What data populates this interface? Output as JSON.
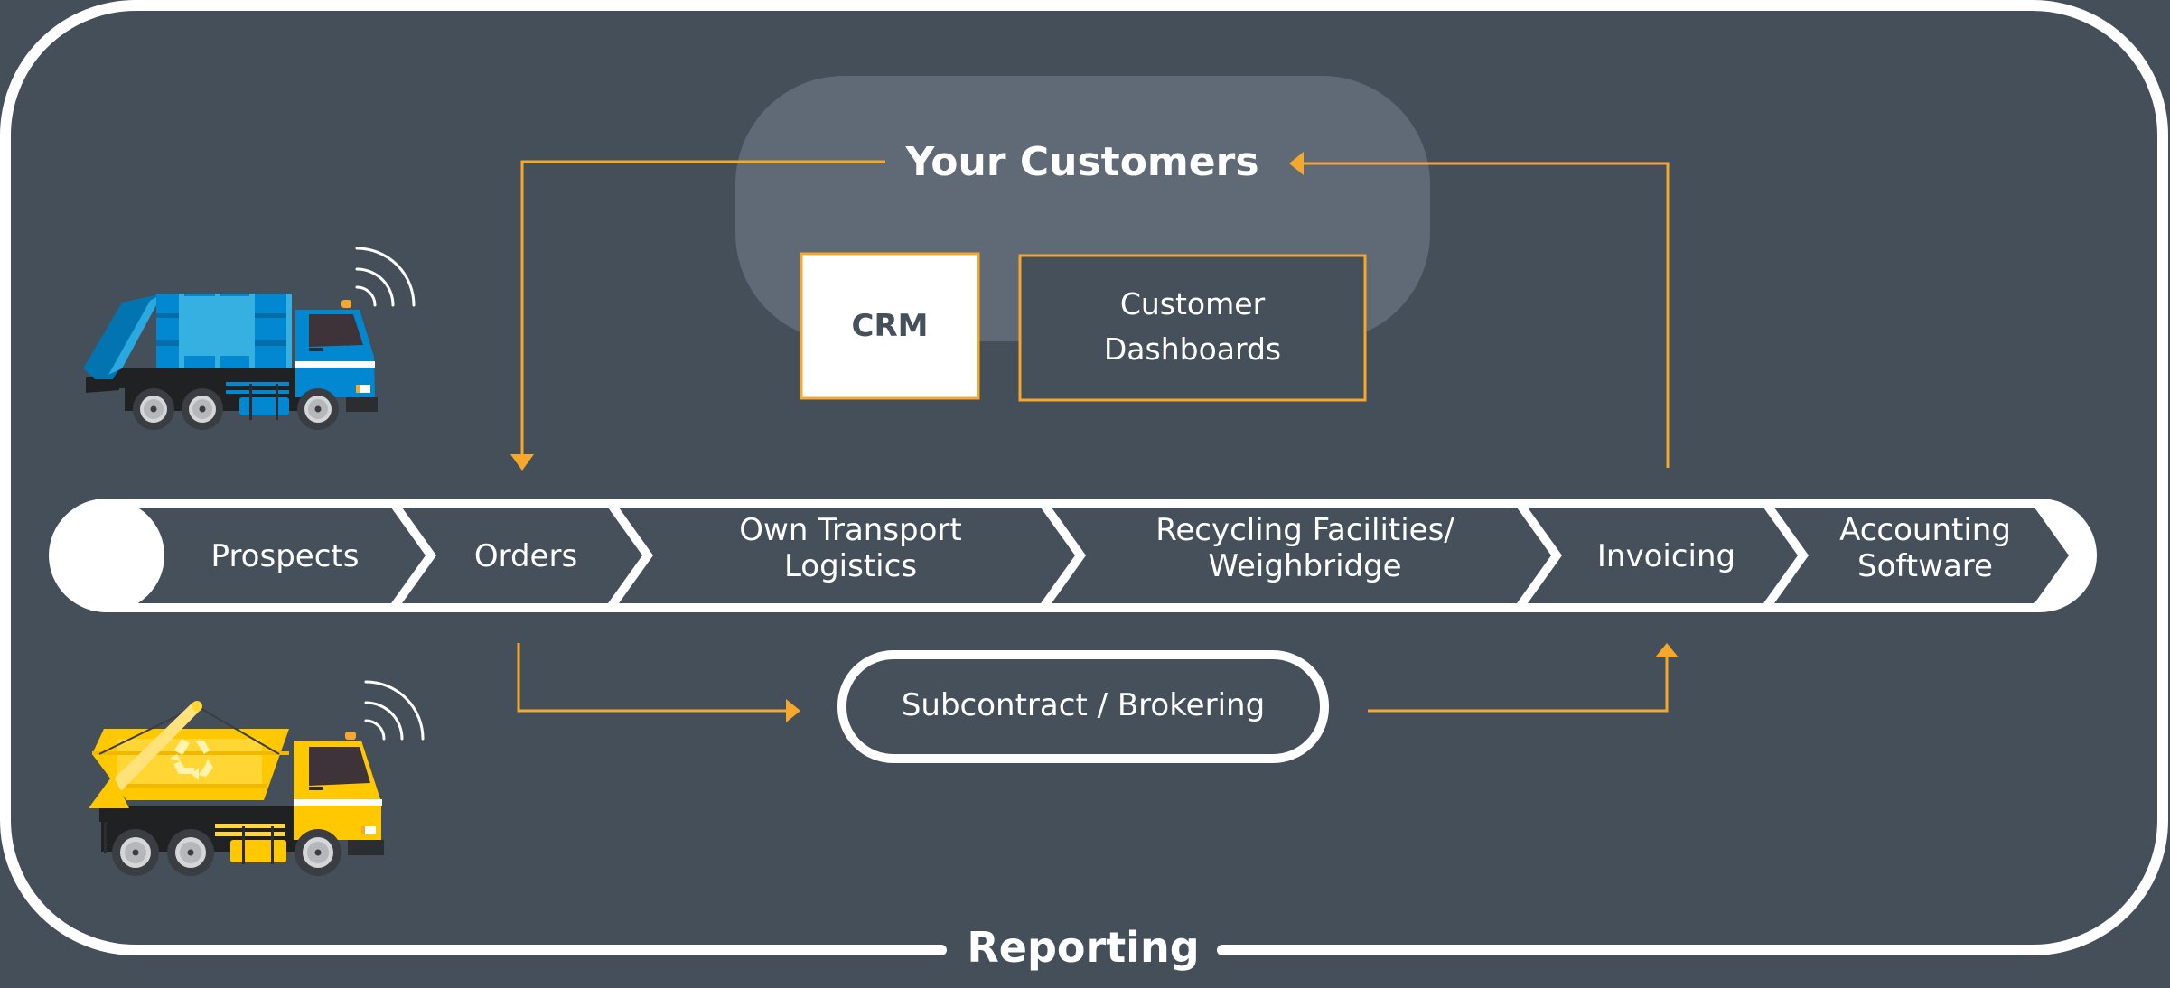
{
  "colors": {
    "background": "#454f5a",
    "frame": "#ffffff",
    "cloud": "#5f6a76",
    "accent": "#f5a82c",
    "chevron_fill": "#45505b",
    "crm_fill": "#ffffff",
    "crm_text": "#45505b"
  },
  "customers": {
    "title": "Your Customers",
    "crm_label": "CRM",
    "dashboards_label_line1": "Customer",
    "dashboards_label_line2": "Dashboards"
  },
  "process": {
    "steps": [
      {
        "id": "prospects",
        "lines": [
          "Prospects"
        ]
      },
      {
        "id": "orders",
        "lines": [
          "Orders"
        ]
      },
      {
        "id": "own-transport",
        "lines": [
          "Own Transport",
          "Logistics"
        ]
      },
      {
        "id": "recycling",
        "lines": [
          "Recycling Facilities/",
          "Weighbridge"
        ]
      },
      {
        "id": "invoicing",
        "lines": [
          "Invoicing"
        ]
      },
      {
        "id": "accounting",
        "lines": [
          "Accounting",
          "Software"
        ]
      }
    ]
  },
  "subcontract": {
    "label": "Subcontract / Brokering"
  },
  "frame": {
    "label": "Reporting"
  },
  "icons": {
    "truck_top": "garbage-truck-icon",
    "truck_bottom": "skip-truck-icon",
    "signal": "wireless-signal-icon",
    "recycle": "recycle-icon"
  }
}
